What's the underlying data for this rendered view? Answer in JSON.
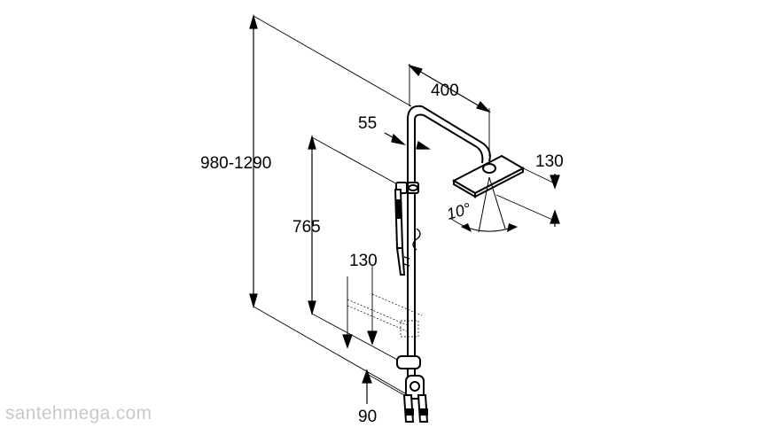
{
  "dimensions": {
    "total_height": "980-1290",
    "head_projection": "400",
    "bar_offset": "55",
    "head_height": "130",
    "slider_height": "765",
    "shelf_offset": "130",
    "bottom_offset": "90",
    "tilt_angle": "10°"
  },
  "watermark": "santehmega.com",
  "colors": {
    "line": "#000000",
    "watermark": "#c9c9c9"
  }
}
